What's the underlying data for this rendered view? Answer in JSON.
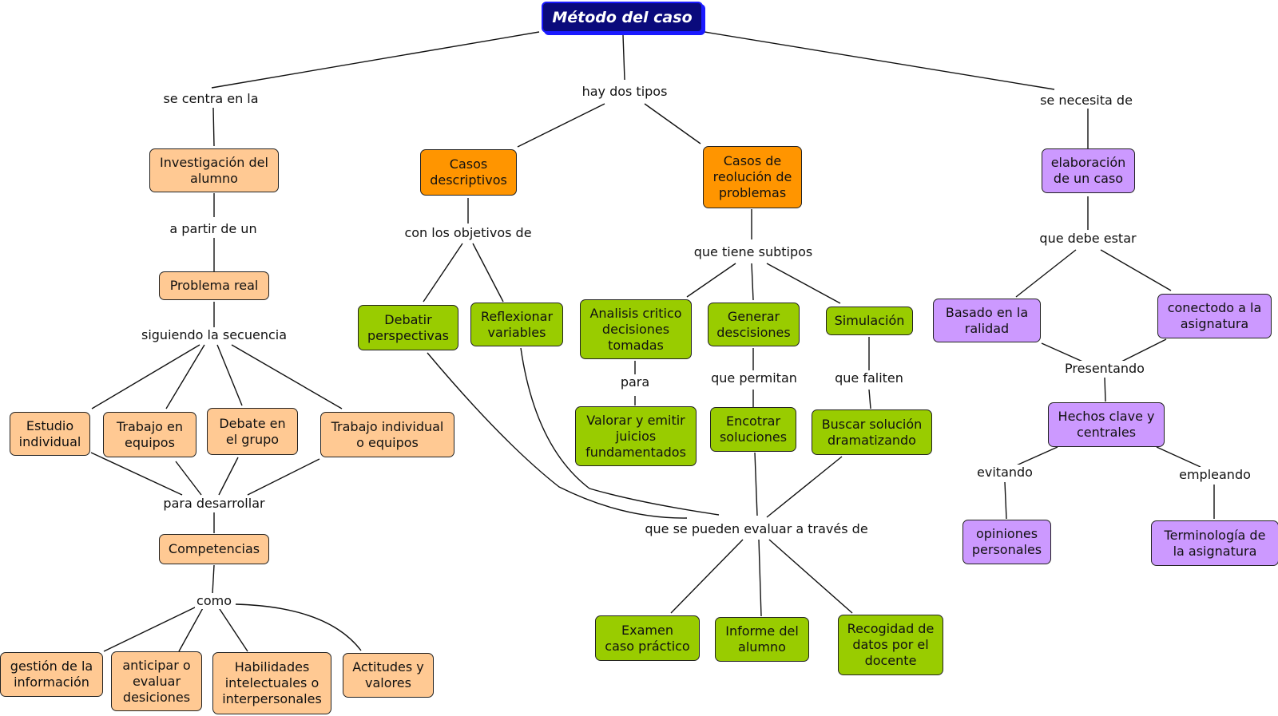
{
  "nodes": {
    "root": "Método del caso",
    "investigacion": "Investigación del\nalumno",
    "problema": "Problema real",
    "estudio": "Estudio\nindividual",
    "trabajo_eq": "Trabajo en\nequipos",
    "debate": "Debate en\nel grupo",
    "trabajo_ind": "Trabajo individual\no equipos",
    "competencias": "Competencias",
    "gestion": "gestión de la\ninformación",
    "anticipar": "anticipar o\nevaluar\ndesiciones",
    "habilidades": "Habilidades\nintelectuales o\ninterpersonales",
    "actitudes": "Actitudes y\nvalores",
    "casos_desc": "Casos\ndescriptivos",
    "casos_rp": "Casos de\nreolución de\nproblemas",
    "debatir": "Debatir\nperspectivas",
    "reflexionar": "Reflexionar\nvariables",
    "analisis": "Analisis critico\ndecisiones\ntomadas",
    "generar": "Generar\ndescisiones",
    "simulacion": "Simulación",
    "valorar": "Valorar y emitir\njuicios\nfundamentados",
    "encotrar": "Encotrar\nsoluciones",
    "buscar": "Buscar solución\ndramatizando",
    "examen": "Examen\ncaso práctico",
    "informe": "Informe del\nalumno",
    "recogida": "Recogidad de\ndatos por el\ndocente",
    "elaboracion": "elaboración\nde un caso",
    "basado": "Basado en la\nralidad",
    "conectodo": "conectodo a la\nasignatura",
    "hechos": "Hechos clave y\ncentrales",
    "opiniones": "opiniones\npersonales",
    "terminologia": "Terminología de\nla asignatura"
  },
  "links": {
    "se_centra": "se centra en la",
    "hay_dos": "hay dos tipos",
    "se_necesita": "se necesita de",
    "a_partir": "a partir de un",
    "siguiendo": "siguiendo la secuencia",
    "para_desarrollar": "para desarrollar",
    "como": "como",
    "con_objetivos": "con los objetivos de",
    "que_tiene": "que tiene subtipos",
    "para": "para",
    "que_permitan": "que permitan",
    "que_faliten": "que faliten",
    "que_se_pueden": "que se pueden evaluar a través de",
    "que_debe": "que debe estar",
    "presentando": "Presentando",
    "evitando": "evitando",
    "empleando": "empleando"
  },
  "colors": {
    "root": "#0a0a7c",
    "peach": "#ffc993",
    "orange": "#ff9500",
    "green": "#99cc00",
    "purple": "#cc99ff"
  }
}
